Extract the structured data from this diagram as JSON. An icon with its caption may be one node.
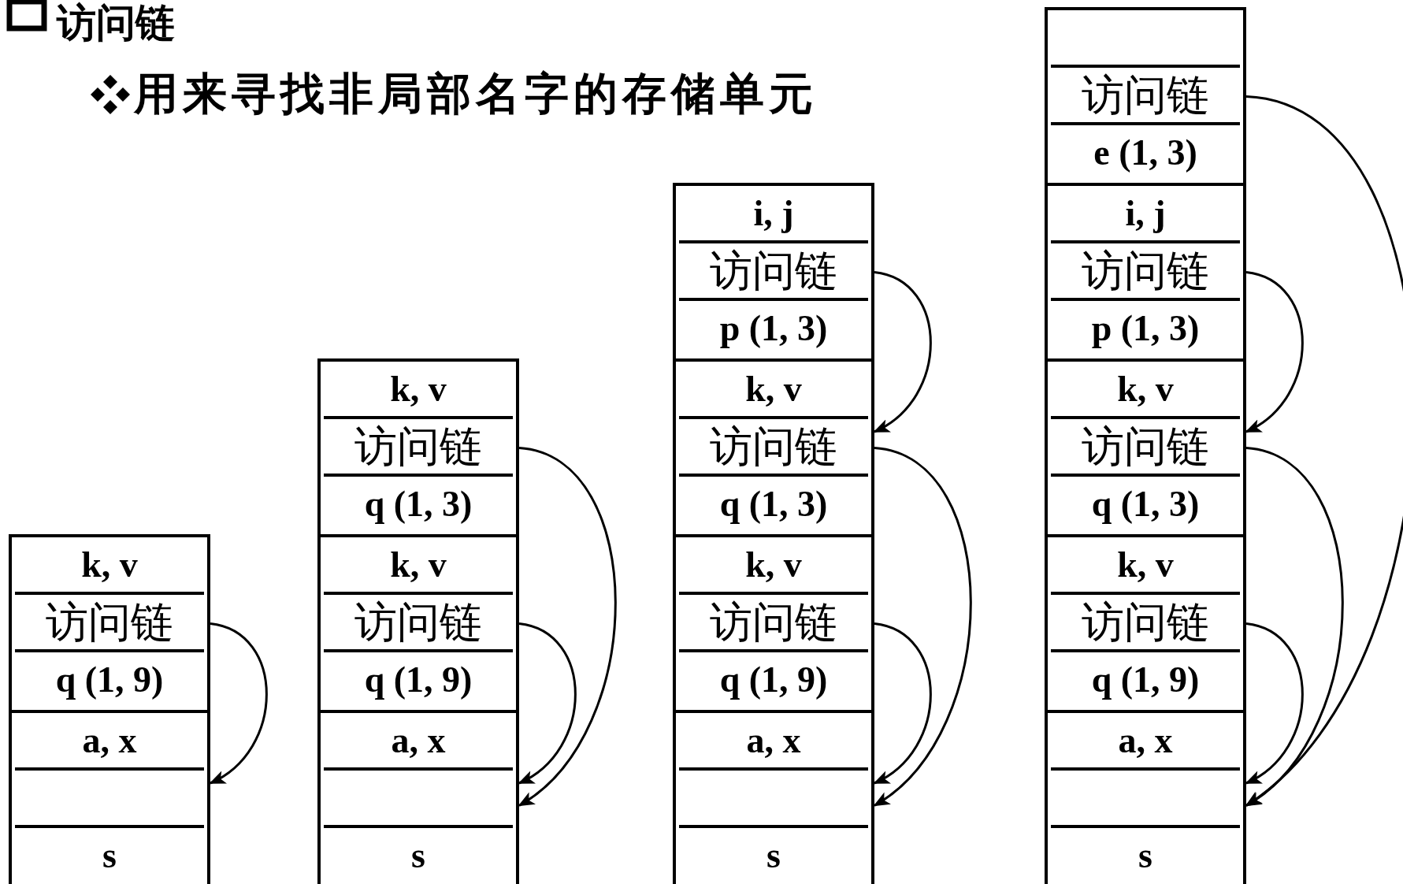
{
  "diagram": {
    "title": "访问链",
    "nodes": [
      {
        "text": [],
        "shape": "box"
      },
      {
        "text": [
          "k, v"
        ],
        "in": 0
      },
      {
        "text": [
          "访问链"
        ],
        "in": 0
      },
      {
        "text": [
          "q (1, 9)"
        ],
        "in": 0
      },
      {
        "text": [],
        "shape": "box"
      },
      {
        "text": [
          "a, x"
        ],
        "in": 4
      },
      {
        "text": [],
        "shape": "box",
        "in": 4
      },
      {
        "text": [
          "s"
        ],
        "in": 4
      },
      {
        "text": [],
        "shape": "box"
      },
      {
        "text": [
          "k, v"
        ],
        "in": 8
      },
      {
        "text": [
          "访问链"
        ],
        "in": 8
      },
      {
        "text": [
          "q (1, 3)"
        ],
        "in": 8
      },
      {
        "text": [],
        "shape": "box"
      },
      {
        "text": [
          "k, v"
        ],
        "in": 12
      },
      {
        "text": [
          "访问链"
        ],
        "in": 12
      },
      {
        "text": [
          "q (1, 9)"
        ],
        "in": 12
      },
      {
        "text": [],
        "shape": "box"
      },
      {
        "text": [
          "a, x"
        ],
        "in": 16
      },
      {
        "text": [],
        "shape": "box",
        "in": 16
      },
      {
        "text": [
          "s"
        ],
        "in": 16
      },
      {
        "text": [],
        "shape": "box"
      },
      {
        "text": [
          "i, j"
        ],
        "in": 20
      },
      {
        "text": [
          "访问链"
        ],
        "in": 20
      },
      {
        "text": [
          "p (1, 3)"
        ],
        "in": 20
      },
      {
        "text": [],
        "shape": "box"
      },
      {
        "text": [
          "k, v"
        ],
        "in": 24
      },
      {
        "text": [
          "访问链"
        ],
        "in": 24
      },
      {
        "text": [
          "q (1, 3)"
        ],
        "in": 24
      },
      {
        "text": [],
        "shape": "box"
      },
      {
        "text": [
          "k, v"
        ],
        "in": 28
      },
      {
        "text": [
          "访问链"
        ],
        "in": 28
      },
      {
        "text": [
          "q (1, 9)"
        ],
        "in": 28
      },
      {
        "text": [],
        "shape": "box"
      },
      {
        "text": [
          "a, x"
        ],
        "in": 32
      },
      {
        "text": [],
        "shape": "box",
        "in": 32
      },
      {
        "text": [
          "s"
        ],
        "in": 32
      },
      {
        "text": [],
        "shape": "box"
      },
      {
        "text": [],
        "shape": "box",
        "in": 36
      },
      {
        "text": [
          "访问链"
        ],
        "in": 36
      },
      {
        "text": [
          "e (1, 3)"
        ],
        "in": 36
      },
      {
        "text": [],
        "shape": "box"
      },
      {
        "text": [
          "i, j"
        ],
        "in": 40
      },
      {
        "text": [
          "访问链"
        ],
        "in": 40
      },
      {
        "text": [
          "p (1, 3)"
        ],
        "in": 40
      },
      {
        "text": [],
        "shape": "box"
      },
      {
        "text": [
          "k, v"
        ],
        "in": 44
      },
      {
        "text": [
          "访问链"
        ],
        "in": 44
      },
      {
        "text": [
          "q (1, 3)"
        ],
        "in": 44
      },
      {
        "text": [],
        "shape": "box"
      },
      {
        "text": [
          "k, v"
        ],
        "in": 48
      },
      {
        "text": [
          "访问链"
        ],
        "in": 48
      },
      {
        "text": [
          "q (1, 9)"
        ],
        "in": 48
      },
      {
        "text": [],
        "shape": "box"
      },
      {
        "text": [
          "a, x"
        ],
        "in": 52
      },
      {
        "text": [],
        "shape": "box",
        "in": 52
      },
      {
        "text": [
          "s"
        ],
        "in": 52
      }
    ],
    "edges": [
      {
        "from": 2,
        "to": 6,
        "arrow": "to"
      },
      {
        "from": 10,
        "to": 18,
        "arrow": "to"
      },
      {
        "from": 14,
        "to": 18,
        "arrow": "to"
      },
      {
        "from": 22,
        "to": 26,
        "arrow": "to"
      },
      {
        "from": 26,
        "to": 34,
        "arrow": "to"
      },
      {
        "from": 30,
        "to": 34,
        "arrow": "to"
      },
      {
        "from": 38,
        "to": 54,
        "arrow": "to"
      },
      {
        "from": 42,
        "to": 46,
        "arrow": "to"
      },
      {
        "from": 46,
        "to": 54,
        "arrow": "to"
      },
      {
        "from": 50,
        "to": 54,
        "arrow": "to"
      }
    ],
    "labels": [
      "用来寻找非局部名字的存储单元"
    ]
  }
}
